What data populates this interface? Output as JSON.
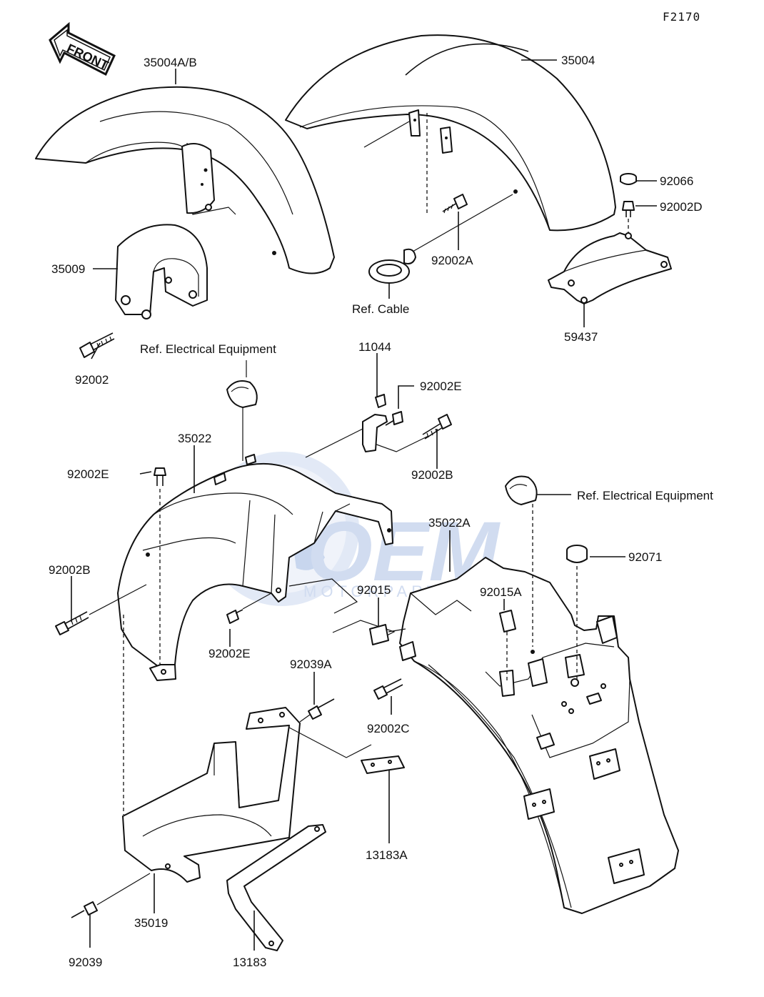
{
  "figure_code": "F2170",
  "front_arrow_label": "FRONT",
  "watermark": {
    "brand": "OEM",
    "sub": "MOTORPARTS"
  },
  "parts": [
    {
      "id": "p35004AB",
      "label": "35004A/B"
    },
    {
      "id": "p35004",
      "label": "35004"
    },
    {
      "id": "p35009",
      "label": "35009"
    },
    {
      "id": "p92002",
      "label": "92002"
    },
    {
      "id": "p92002A",
      "label": "92002A"
    },
    {
      "id": "p92066",
      "label": "92066"
    },
    {
      "id": "p92002D",
      "label": "92002D"
    },
    {
      "id": "p59437",
      "label": "59437"
    },
    {
      "id": "p11044",
      "label": "11044"
    },
    {
      "id": "p92002E_a",
      "label": "92002E"
    },
    {
      "id": "p92002B_a",
      "label": "92002B"
    },
    {
      "id": "p35022",
      "label": "35022"
    },
    {
      "id": "p92002E_b",
      "label": "92002E"
    },
    {
      "id": "p92002B_b",
      "label": "92002B"
    },
    {
      "id": "p92002E_c",
      "label": "92002E"
    },
    {
      "id": "p35022A",
      "label": "35022A"
    },
    {
      "id": "p92071",
      "label": "92071"
    },
    {
      "id": "p92015",
      "label": "92015"
    },
    {
      "id": "p92015A",
      "label": "92015A"
    },
    {
      "id": "p92002C",
      "label": "92002C"
    },
    {
      "id": "p92039A",
      "label": "92039A"
    },
    {
      "id": "p13183A",
      "label": "13183A"
    },
    {
      "id": "p35019",
      "label": "35019"
    },
    {
      "id": "p92039",
      "label": "92039"
    },
    {
      "id": "p13183",
      "label": "13183"
    }
  ],
  "references": [
    {
      "id": "refCable",
      "label": "Ref. Cable"
    },
    {
      "id": "refElec1",
      "label": "Ref. Electrical Equipment"
    },
    {
      "id": "refElec2",
      "label": "Ref. Electrical Equipment"
    }
  ]
}
